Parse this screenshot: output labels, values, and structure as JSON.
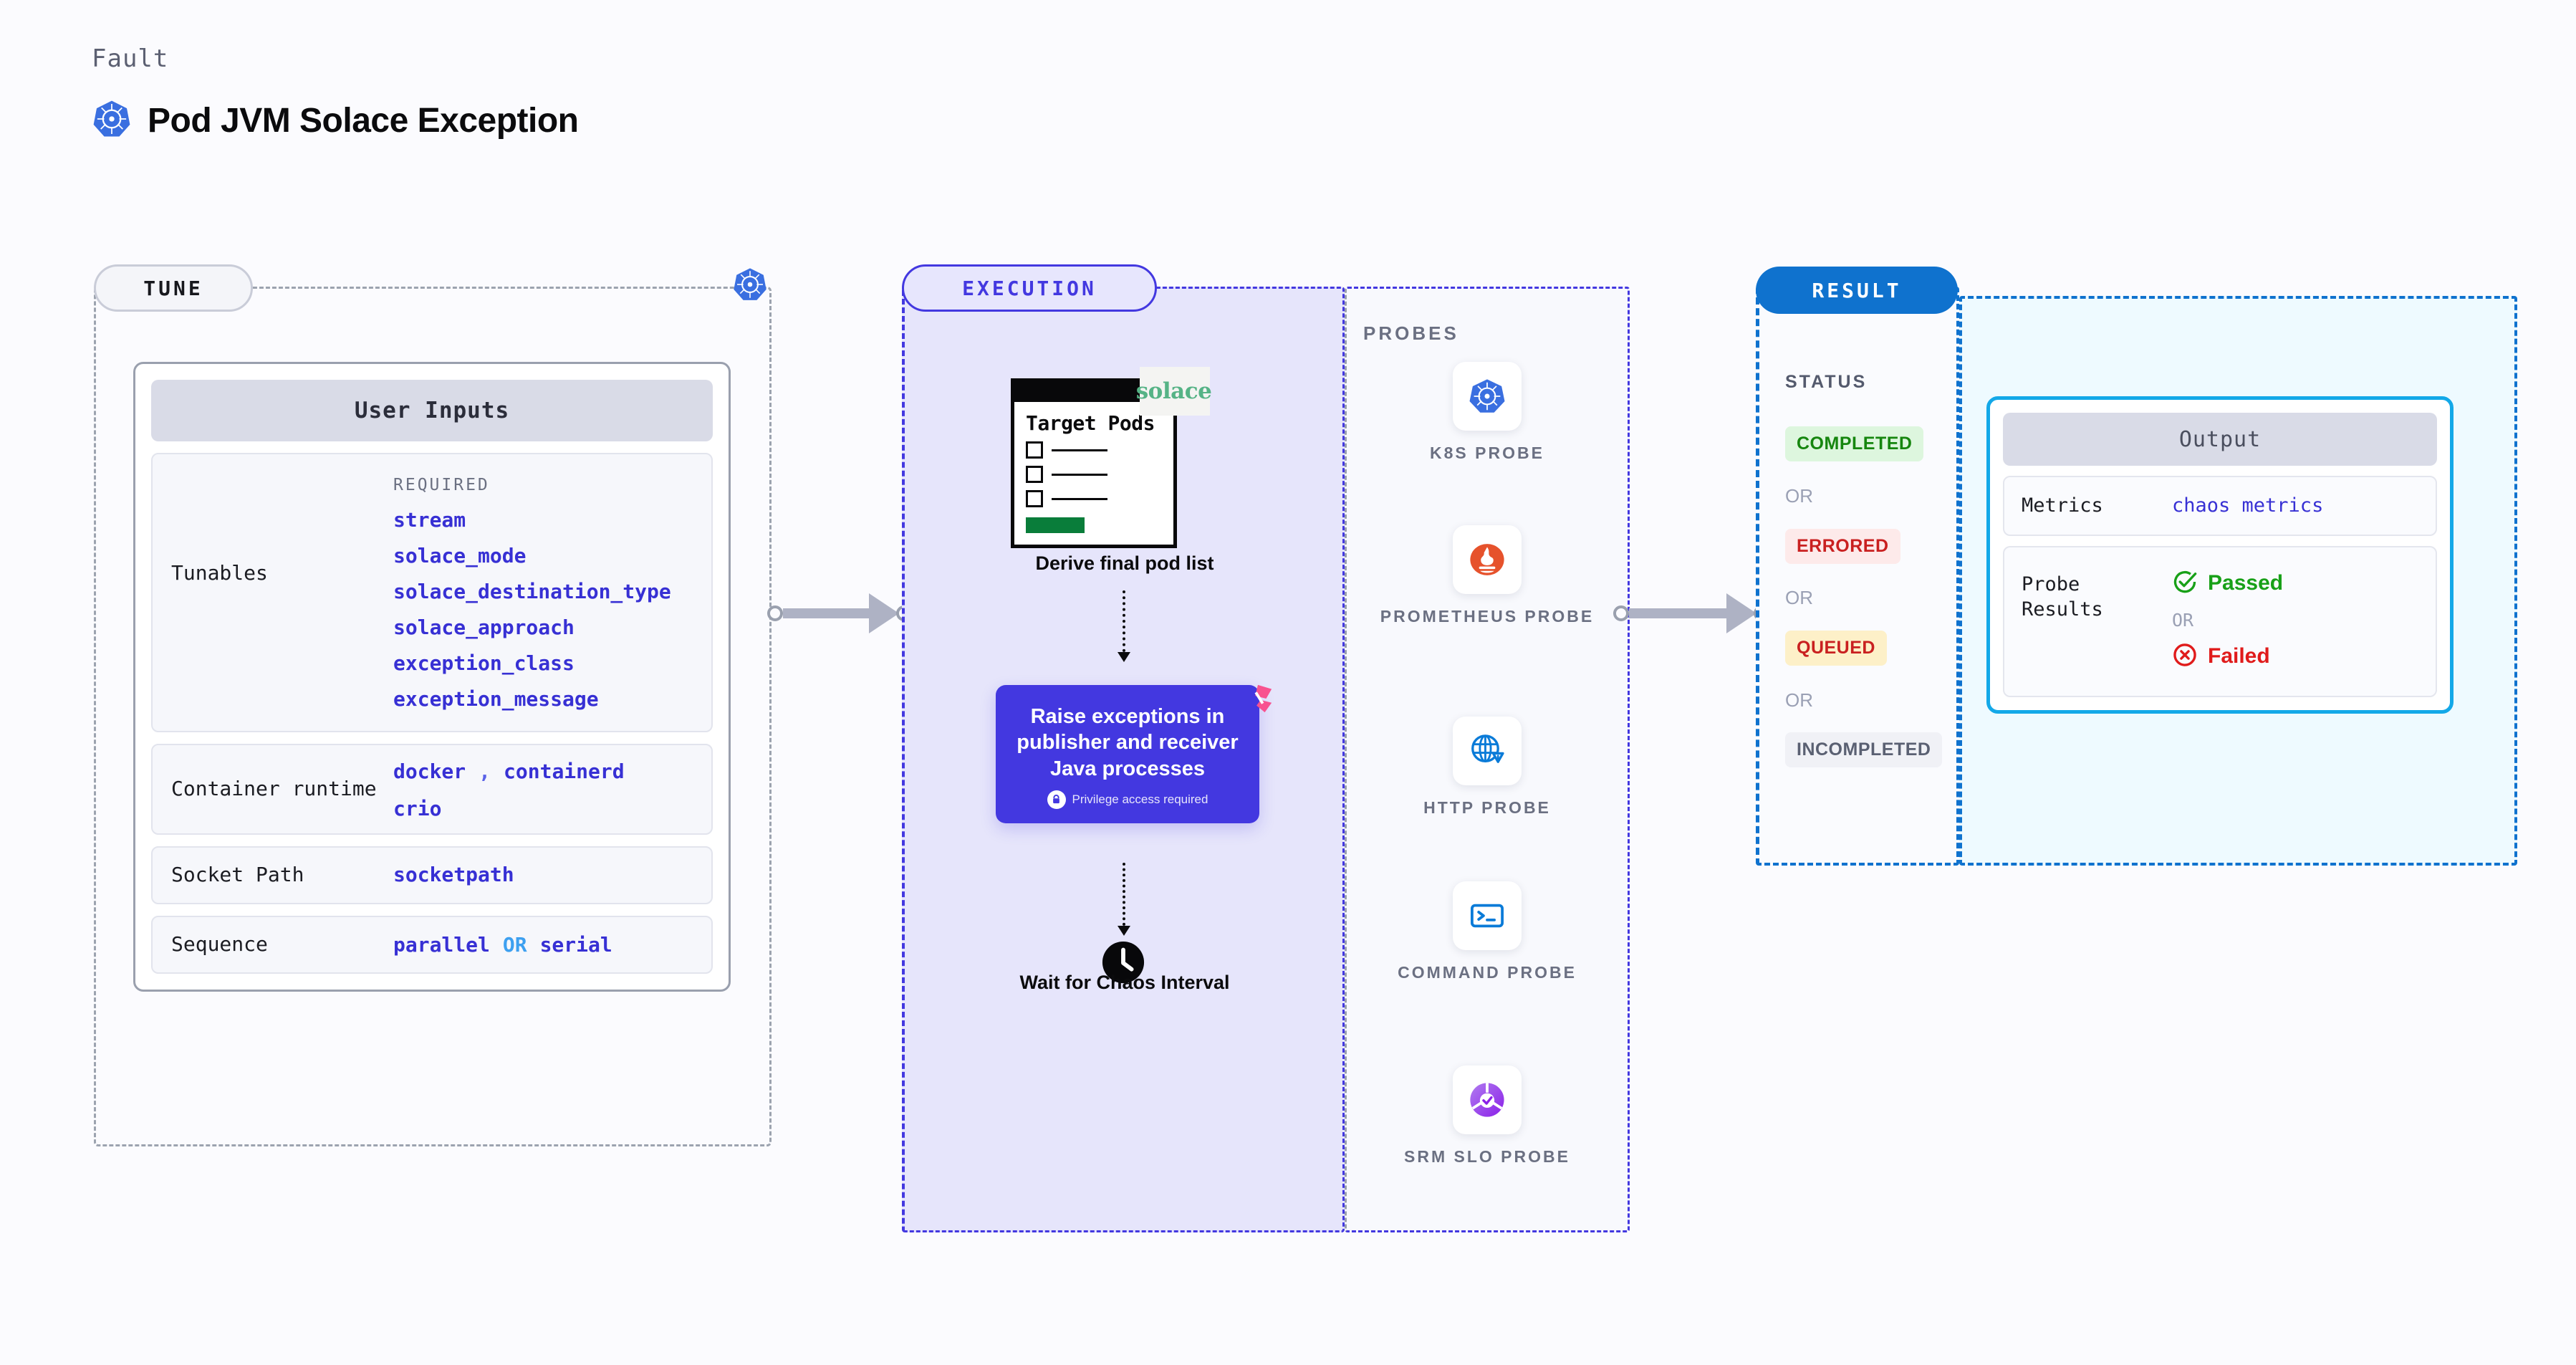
{
  "header": {
    "fault_label": "Fault",
    "title": "Pod JVM Solace Exception",
    "icon": "kubernetes-icon"
  },
  "tune": {
    "stage_label": "TUNE",
    "badge_icon": "kubernetes-icon",
    "card_header": "User Inputs",
    "rows": [
      {
        "label": "Tunables",
        "caption": "REQUIRED",
        "values": [
          "stream",
          "solace_mode",
          "solace_destination_type",
          "solace_approach",
          "exception_class",
          "exception_message"
        ]
      },
      {
        "label": "Container runtime",
        "values_line1": [
          "docker",
          "containerd"
        ],
        "separator": ",",
        "values_line2": [
          "crio"
        ]
      },
      {
        "label": "Socket Path",
        "values": [
          "socketpath"
        ]
      },
      {
        "label": "Sequence",
        "values": [
          "parallel",
          "serial"
        ],
        "or_keyword": "OR"
      }
    ]
  },
  "execution": {
    "stage_label": "EXECUTION",
    "target_pods_card": {
      "title": "Target Pods",
      "checkbox_count": 3,
      "logo_text": "solace",
      "logo_icon": "solace-dot-icon"
    },
    "derive_caption": "Derive final pod list",
    "action_card": {
      "title": "Raise exceptions in publisher and receiver Java processes",
      "note": "Privilege access required",
      "note_icon": "lock-icon",
      "ribbon_icon": "litmus-chaos-icon",
      "color": "#4338e0"
    },
    "wait_caption": "Wait for Chaos Interval",
    "wait_icon": "clock-icon",
    "probes_label": "PROBES",
    "probes": [
      {
        "name": "K8S PROBE",
        "icon": "kubernetes-icon"
      },
      {
        "name": "PROMETHEUS PROBE",
        "icon": "prometheus-icon"
      },
      {
        "name": "HTTP PROBE",
        "icon": "globe-warning-icon"
      },
      {
        "name": "COMMAND PROBE",
        "icon": "terminal-icon"
      },
      {
        "name": "SRM SLO PROBE",
        "icon": "slo-gauge-icon"
      }
    ]
  },
  "result": {
    "stage_label": "RESULT",
    "status_label": "STATUS",
    "or_label": "OR",
    "statuses": [
      {
        "label": "COMPLETED",
        "bg": "#ddf6de",
        "fg": "#16860f"
      },
      {
        "label": "ERRORED",
        "bg": "#fdeaea",
        "fg": "#c92020"
      },
      {
        "label": "QUEUED",
        "bg": "#fdf0c8",
        "fg": "#c92020"
      },
      {
        "label": "INCOMPLETED",
        "bg": "#f0f1f6",
        "fg": "#5a6072"
      }
    ],
    "output": {
      "header": "Output",
      "metrics_label": "Metrics",
      "metrics_value": "chaos metrics",
      "probe_results_label": "Probe Results",
      "passed_label": "Passed",
      "passed_icon": "check-circle-icon",
      "failed_label": "Failed",
      "failed_icon": "x-circle-icon",
      "or_label": "OR"
    }
  }
}
